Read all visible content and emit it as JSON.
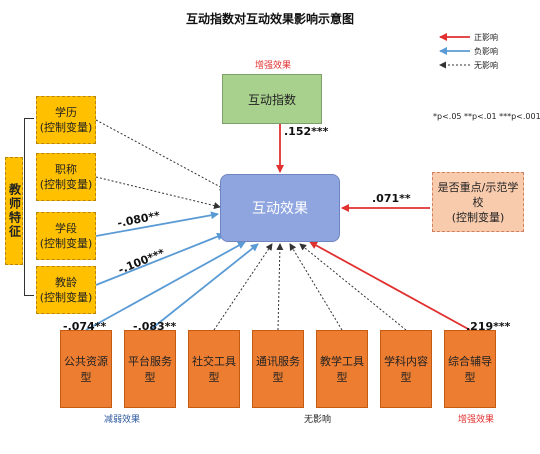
{
  "title": "互动指数对互动效果影响示意图",
  "legend": {
    "positive": "正影响",
    "negative": "负影响",
    "none": "无影响",
    "significance": "*p<.05 **p<.01 ***p<.001"
  },
  "nodes": {
    "interaction_index": "互动指数",
    "interaction_effect": "互动效果",
    "key_school_line1": "是否重点/示范学校",
    "key_school_line2": "(控制变量)",
    "teacher_features": "教师特征",
    "controls": [
      {
        "name": "学历",
        "note": "(控制变量)"
      },
      {
        "name": "职称",
        "note": "(控制变量)"
      },
      {
        "name": "学段",
        "note": "(控制变量)"
      },
      {
        "name": "教龄",
        "note": "(控制变量)"
      }
    ],
    "services": [
      "公共资源型",
      "平台服务型",
      "社交工具型",
      "通讯服务型",
      "教学工具型",
      "学科内容型",
      "综合辅导型"
    ]
  },
  "coefficients": {
    "index": ".152***",
    "school": ".071**",
    "stage": "-.080**",
    "seniority": "-.100***",
    "public_resource": "-.074**",
    "platform_service": "-.083**",
    "comprehensive": ".219***"
  },
  "captions": {
    "index_top": "增强效果",
    "weaken": "减弱效果",
    "no_effect": "无影响",
    "enhance_bottom": "增强效果"
  },
  "colors": {
    "positive": "#e0302f",
    "negative": "#5b9bd5",
    "none": "#333333"
  }
}
